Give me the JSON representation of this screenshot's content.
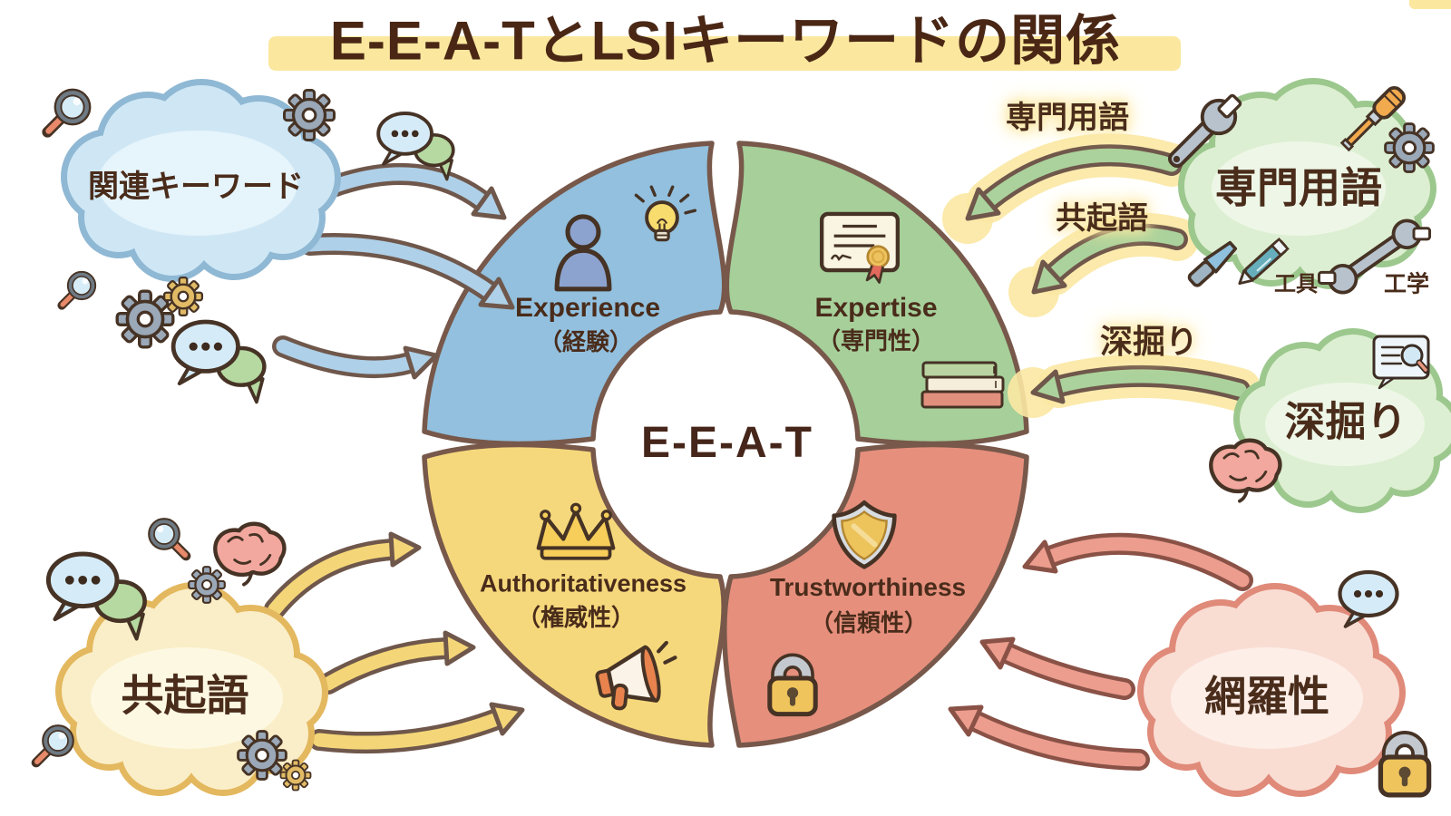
{
  "title": "E-E-A-TとLSIキーワードの関係",
  "center": {
    "label": "E-E-A-T"
  },
  "quadrants": {
    "experience": {
      "en": "Experience",
      "ja": "（経験）"
    },
    "expertise": {
      "en": "Expertise",
      "ja": "（専門性）"
    },
    "authoritativeness": {
      "en": "Authoritativeness",
      "ja": "（権威性）"
    },
    "trustworthiness": {
      "en": "Trustworthiness",
      "ja": "（信頼性）"
    }
  },
  "clouds": {
    "related_keywords": "関連キーワード",
    "technical_terms": "専門用語",
    "deep_dive": "深掘り",
    "co_occurrence": "共起語",
    "comprehensiveness": "網羅性"
  },
  "arrow_labels": {
    "technical_terms": "専門用語",
    "co_occurrence": "共起語",
    "deep_dive": "深掘り"
  },
  "small_labels": {
    "tools": "工具",
    "engineering": "工学"
  },
  "colors": {
    "experience": "#92c0de",
    "expertise": "#a6cf9a",
    "authoritativeness": "#f6d87c",
    "trustworthiness": "#e68f7d",
    "title_highlight": "#fbe79e",
    "outline_brown": "#77584a",
    "text_brown": "#4a2c1b"
  }
}
